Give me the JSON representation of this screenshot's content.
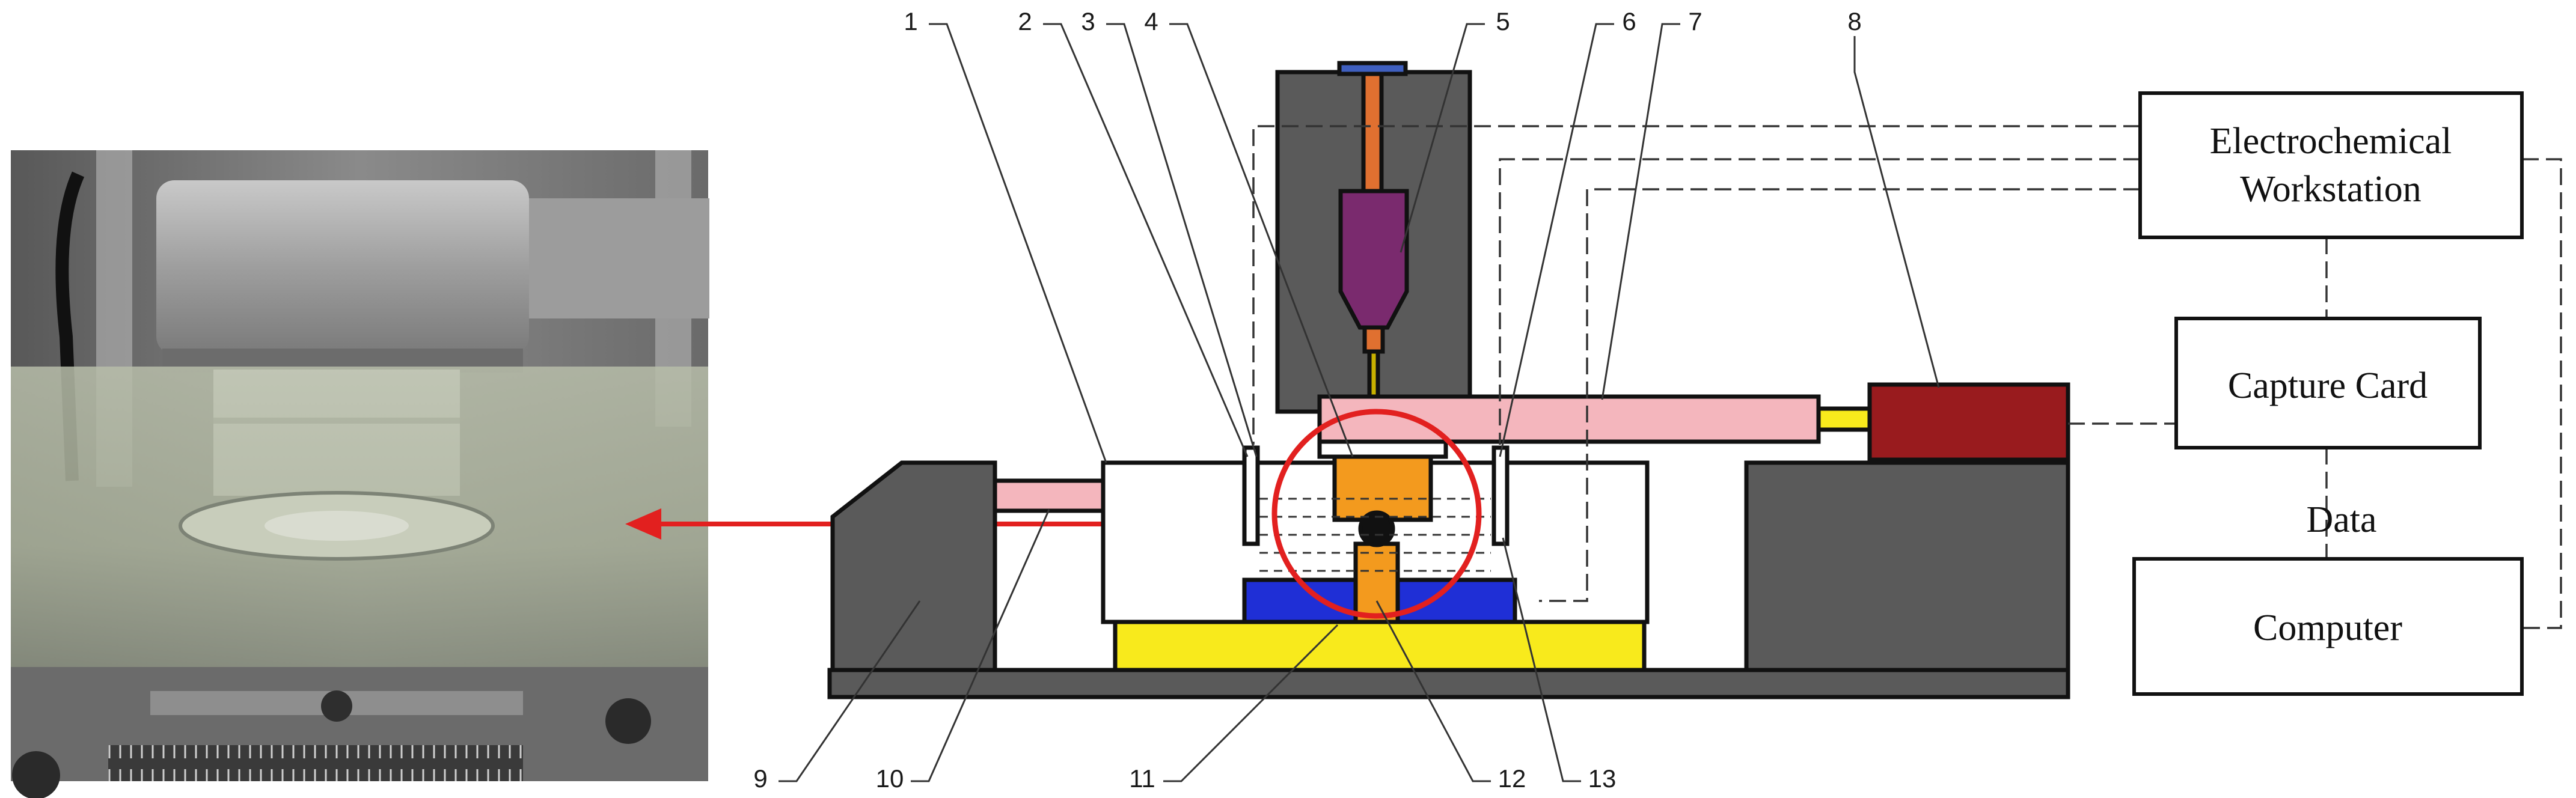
{
  "photo": {
    "description_icon": "experimental-setup-photo"
  },
  "part_numbers": [
    "1",
    "2",
    "3",
    "4",
    "5",
    "6",
    "7",
    "8",
    "9",
    "10",
    "11",
    "12",
    "13"
  ],
  "boxes": {
    "electrochemical_workstation": {
      "line1": "Electrochemical",
      "line2": "Workstation"
    },
    "capture_card": "Capture Card",
    "computer": "Computer"
  },
  "data_label": "Data",
  "colors": {
    "frame_gray": "#5a5a5a",
    "pink_rod": "#f4b6bd",
    "orange_block": "#f39a1e",
    "purple_holder": "#7a2a6e",
    "blue_bath": "#1f2fd6",
    "yellow_base": "#f8ea1c",
    "dark_red_actuator": "#991b1e",
    "highlight_red": "#e2201f"
  }
}
